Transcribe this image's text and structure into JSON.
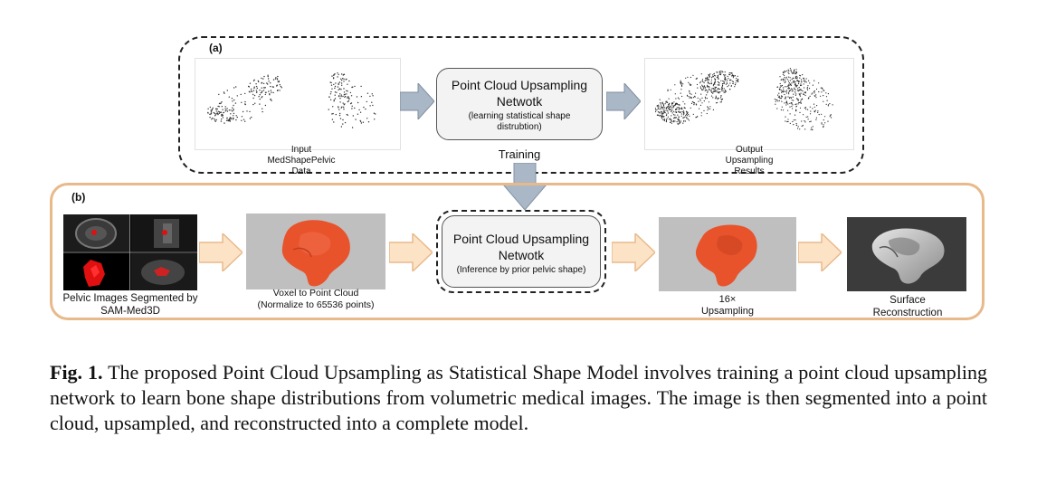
{
  "panel_a": {
    "label": "(a)",
    "input_caption": [
      "Input",
      "MedShapePelvic",
      "Data"
    ],
    "network": {
      "title_line1": "Point Cloud Upsampling",
      "title_line2": "Netwotk",
      "sub_line1": "(learning statistical shape",
      "sub_line2": "distrubtion)"
    },
    "training_label": "Training",
    "output_caption": [
      "Output",
      "Upsampling",
      "Results"
    ]
  },
  "panel_b": {
    "label": "(b)",
    "step1_caption": [
      "Pelvic Images Segmented by",
      "SAM-Med3D"
    ],
    "step2_caption": [
      "Voxel to Point Cloud",
      "(Normalize to 65536 points)"
    ],
    "network": {
      "title_line1": "Point Cloud Upsampling",
      "title_line2": "Netwotk",
      "sub_line1": "(Inference by prior pelvic shape)"
    },
    "step4_caption": [
      "16×",
      "Upsampling"
    ],
    "step5_caption": [
      "Surface",
      "Reconstruction"
    ]
  },
  "figure_caption": {
    "label": "Fig. 1.",
    "text": "The proposed Point Cloud Upsampling as Statistical Shape Model involves training a point cloud upsampling network to learn bone shape distributions from volumetric medical images. The image is then segmented into a point cloud, upsampled, and reconstructed into a complete model."
  },
  "colors": {
    "panel_b_border": "#e8b98b",
    "arrow_gray_blue": "#a9b7c6",
    "arrow_peach": "#fde3c6",
    "bone_orange": "#e8532c"
  }
}
